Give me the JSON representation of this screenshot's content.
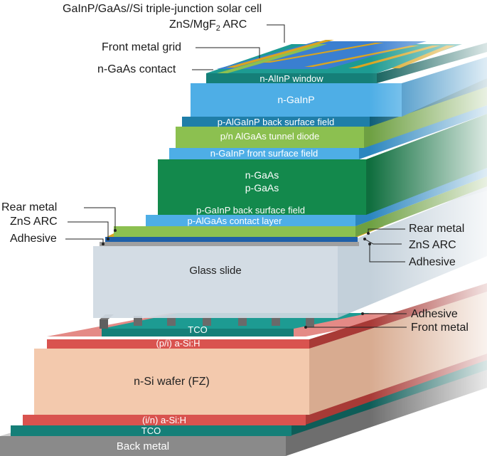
{
  "title": "GaInP/GaAs//Si triple-junction solar cell",
  "annotations": {
    "arc_top_prefix": "ZnS/MgF",
    "arc_top_sub": "2",
    "arc_top_suffix": " ARC",
    "front_metal_grid": "Front metal grid",
    "n_gaas_contact": "n-GaAs contact",
    "rear_metal_left": "Rear metal",
    "zns_arc_left": "ZnS ARC",
    "adhesive_left": "Adhesive",
    "rear_metal_right": "Rear metal",
    "zns_arc_right": "ZnS ARC",
    "adhesive_right_top": "Adhesive",
    "adhesive_right_bottom": "Adhesive",
    "front_metal": "Front metal"
  },
  "layers": {
    "n_alinp_window": "n-AlInP window",
    "n_gainp": "n-GaInP",
    "p_algainp_bsf": "p-AlGaInP back surface field",
    "tunnel_diode": "p/n AlGaAs tunnel diode",
    "n_gainp_fsf": "n-GaInP front surface field",
    "n_gaas": "n-GaAs",
    "p_gaas": "p-GaAs",
    "p_gainp_bsf": "p-GaInP back surface field",
    "p_algaas_contact": "p-AlGaAs contact layer",
    "glass_slide": "Glass slide",
    "tco_top": "TCO",
    "p_i_asi": "(p/i) a-Si:H",
    "n_si_wafer": "n-Si wafer (FZ)",
    "i_n_asi": "(i/n) a-Si:H",
    "tco_bottom": "TCO",
    "back_metal": "Back metal"
  },
  "colors": {
    "gold": "#d9a520",
    "blue": "#3aa0dc",
    "teal": "#157f78",
    "green_dark": "#13894c",
    "green_light": "#8cc050",
    "glass": "#cfd9e2",
    "red": "#d9534f",
    "salmon": "#f3c9ad",
    "grey": "#8a8a8a"
  }
}
